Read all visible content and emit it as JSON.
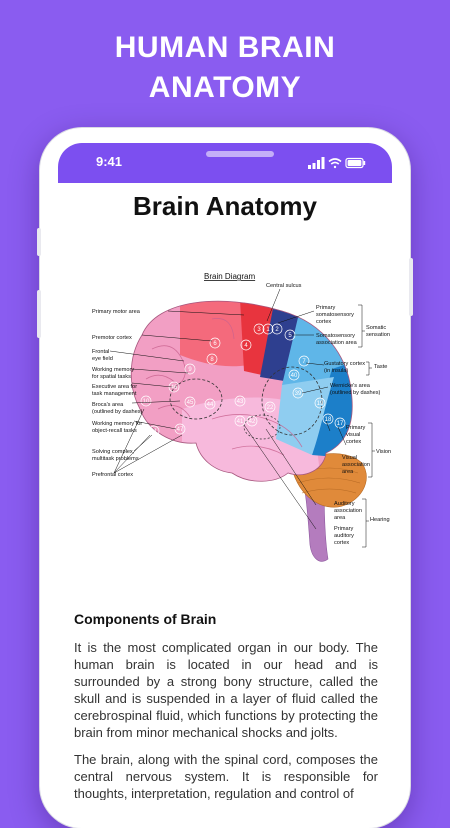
{
  "promo": {
    "line1": "HUMAN BRAIN",
    "line2": "ANATOMY"
  },
  "status_bar": {
    "time": "9:41"
  },
  "page": {
    "title": "Brain Anatomy"
  },
  "diagram": {
    "title": "Brain Diagram",
    "labels": {
      "central_sulcus": "Central sulcus",
      "primary_motor": "Primary motor area",
      "premotor": "Premotor cortex",
      "frontal_eye_1": "Frontal",
      "frontal_eye_2": "eye field",
      "wm_spatial_1": "Working memory",
      "wm_spatial_2": "for spatial tasks",
      "exec_1": "Executive area for",
      "exec_2": "task management",
      "broca_1": "Broca's area",
      "broca_2": "(outlined by dashes)",
      "wm_object_1": "Working memory for",
      "wm_object_2": "object-recall tasks",
      "solving_1": "Solving complex,",
      "solving_2": "multitask problems",
      "prefrontal": "Prefrontal cortex",
      "primary_soma_1": "Primary",
      "primary_soma_2": "somatosensory",
      "primary_soma_3": "cortex",
      "soma_assoc_1": "Somatosensory",
      "soma_assoc_2": "association area",
      "somatic_1": "Somatic",
      "somatic_2": "sensation",
      "gustatory_1": "Gustatory cortex",
      "gustatory_2": "(in insula)",
      "taste": "Taste",
      "wernicke_1": "Wernicke's area",
      "wernicke_2": "(outlined by dashes)",
      "pvis_1": "Primary",
      "pvis_2": "visual",
      "pvis_3": "cortex",
      "vassoc_1": "Visual",
      "vassoc_2": "association",
      "vassoc_3": "area",
      "vision": "Vision",
      "aassoc_1": "Auditory",
      "aassoc_2": "association",
      "aassoc_3": "area",
      "paud_1": "Primary",
      "paud_2": "auditory",
      "paud_3": "cortex",
      "hearing": "Hearing"
    },
    "area_numbers": [
      "3",
      "1",
      "2",
      "4",
      "6",
      "8",
      "9",
      "5",
      "7",
      "44",
      "45",
      "43",
      "41",
      "42",
      "22",
      "39",
      "40",
      "46",
      "47",
      "11",
      "10",
      "17",
      "18",
      "19"
    ]
  },
  "content": {
    "section_heading": "Components of Brain",
    "paragraph1": "It is the most complicated organ in our body. The human brain is located in our head and is surrounded by a strong bony structure, called the skull and is suspended in a layer of fluid called the cerebrospinal fluid, which functions by protecting the brain from minor mechanical shocks and jolts.",
    "paragraph2": "The brain, along with the spinal cord, composes the central nervous system. It is responsible for thoughts, interpretation, regulation and control of"
  },
  "colors": {
    "background": "#8a5cf0",
    "status_bar": "#7c4ff0",
    "frontal": "#f29fc4",
    "motor": "#e8343e",
    "somatosensory": "#2e3f8f",
    "parietal": "#5fb6e8",
    "temporal": "#f4a6d0",
    "occipital": "#1c7fc9",
    "cerebellum": "#e08a3a"
  }
}
